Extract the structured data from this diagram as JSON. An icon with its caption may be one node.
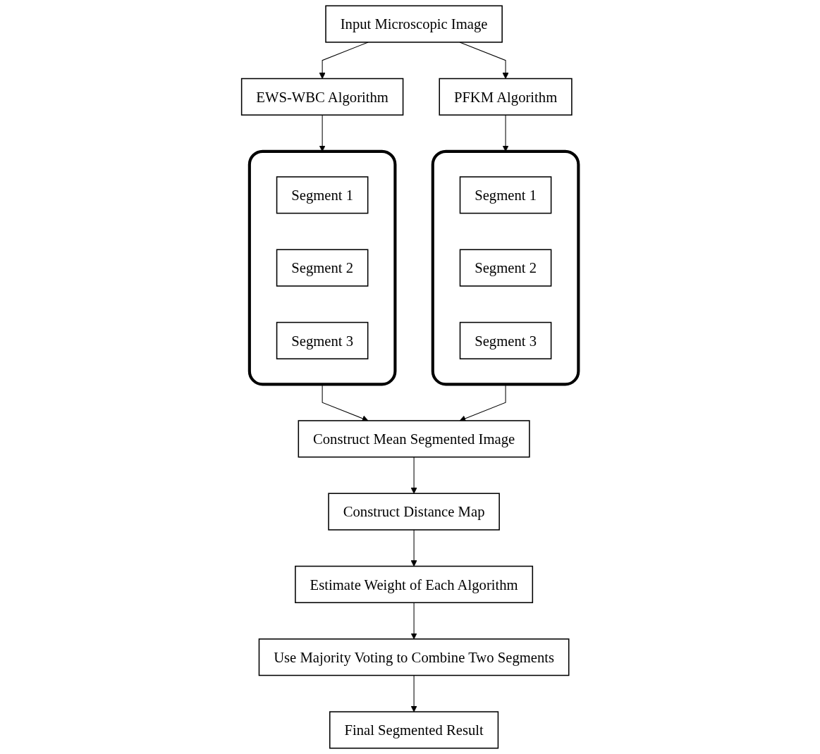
{
  "diagram": {
    "nodes": [
      {
        "text": [
          "Input Microscopic Image"
        ]
      },
      {
        "text": [
          "EWS-WBC Algorithm"
        ]
      },
      {
        "text": [
          "PFKM Algorithm"
        ]
      },
      {
        "text": [],
        "shape": "box"
      },
      {
        "text": [
          "Segment 1"
        ],
        "in": 3
      },
      {
        "text": [
          "Segment 2"
        ],
        "in": 3
      },
      {
        "text": [
          "Segment 3"
        ],
        "in": 3
      },
      {
        "text": [],
        "shape": "box"
      },
      {
        "text": [
          "Segment 1"
        ],
        "in": 7
      },
      {
        "text": [
          "Segment 2"
        ],
        "in": 7
      },
      {
        "text": [
          "Segment 3"
        ],
        "in": 7
      },
      {
        "text": [
          "Construct Mean Segmented Image"
        ]
      },
      {
        "text": [
          "Construct Distance Map"
        ]
      },
      {
        "text": [
          "Estimate Weight of Each Algorithm"
        ]
      },
      {
        "text": [
          "Use Majority Voting to Combine Two Segments"
        ]
      },
      {
        "text": [
          "Final Segmented Result"
        ]
      }
    ],
    "edges": [
      {
        "from": 0,
        "to": 1,
        "arrow": "to"
      },
      {
        "from": 0,
        "to": 2,
        "arrow": "to"
      },
      {
        "from": 1,
        "to": 3,
        "arrow": "to"
      },
      {
        "from": 2,
        "to": 7,
        "arrow": "to"
      },
      {
        "from": 3,
        "to": 11,
        "arrow": "to"
      },
      {
        "from": 7,
        "to": 11,
        "arrow": "to"
      },
      {
        "from": 11,
        "to": 12,
        "arrow": "to"
      },
      {
        "from": 12,
        "to": 13,
        "arrow": "to"
      },
      {
        "from": 13,
        "to": 14,
        "arrow": "to"
      },
      {
        "from": 14,
        "to": 15,
        "arrow": "to"
      }
    ]
  }
}
